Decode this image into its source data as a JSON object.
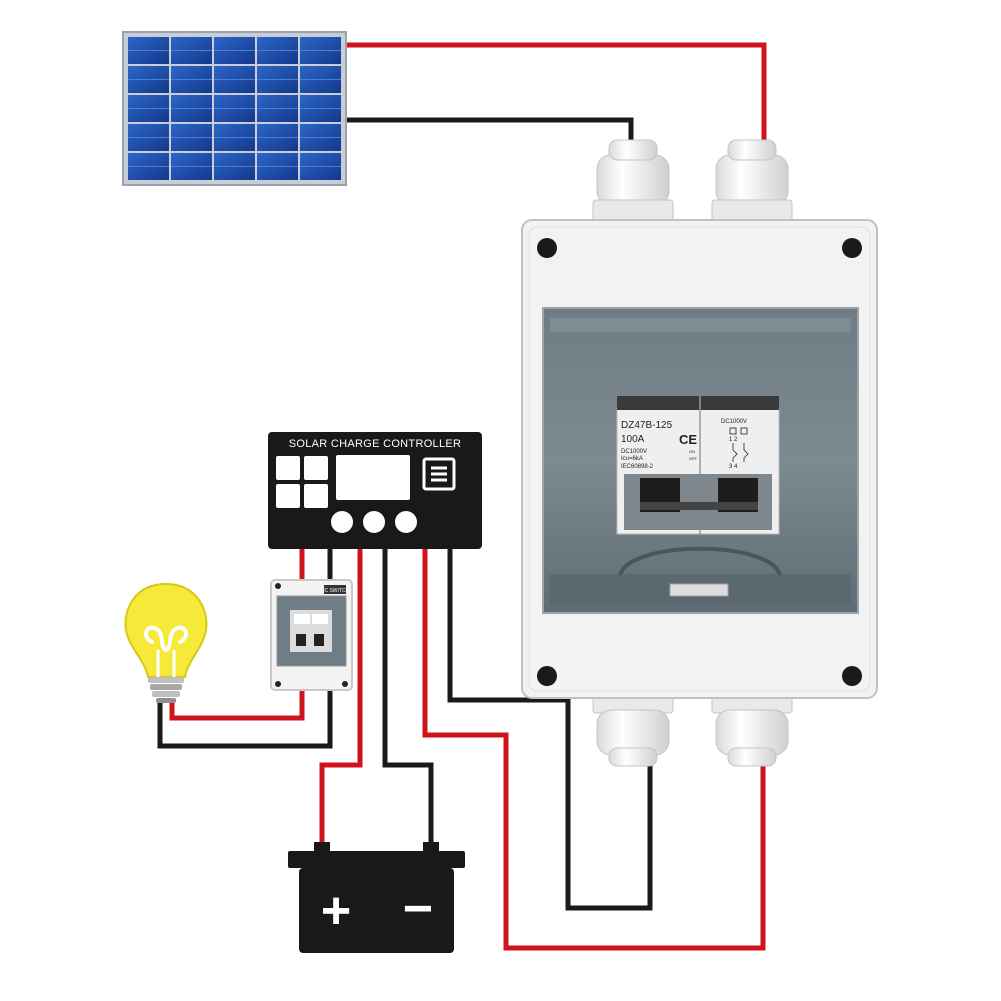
{
  "controller": {
    "title": "SOLAR CHARGE CONTROLLER"
  },
  "breaker": {
    "model": "DZ47B-125",
    "current": "100A",
    "ce_mark": "CE",
    "voltage": "DC1000V",
    "breaking": "Icu=6kA",
    "standard": "IEC60898-2",
    "side_voltage": "DC1000V",
    "terminals_top": "1 2",
    "terminals_bottom": "3 4",
    "on_label": "ON",
    "off_label": "OFF"
  },
  "mini_box": {
    "tag": "DC SWITCH"
  },
  "battery": {
    "plus": "+",
    "minus": "−"
  },
  "colors": {
    "positive_wire": "#d0131b",
    "negative_wire": "#1a1a1a",
    "panel_blue": "#1f4fa8",
    "bulb_yellow": "#f6e93a"
  },
  "icons": [
    "solar-panel-icon",
    "light-bulb-icon",
    "battery-icon",
    "combiner-box",
    "cable-gland-icon"
  ]
}
